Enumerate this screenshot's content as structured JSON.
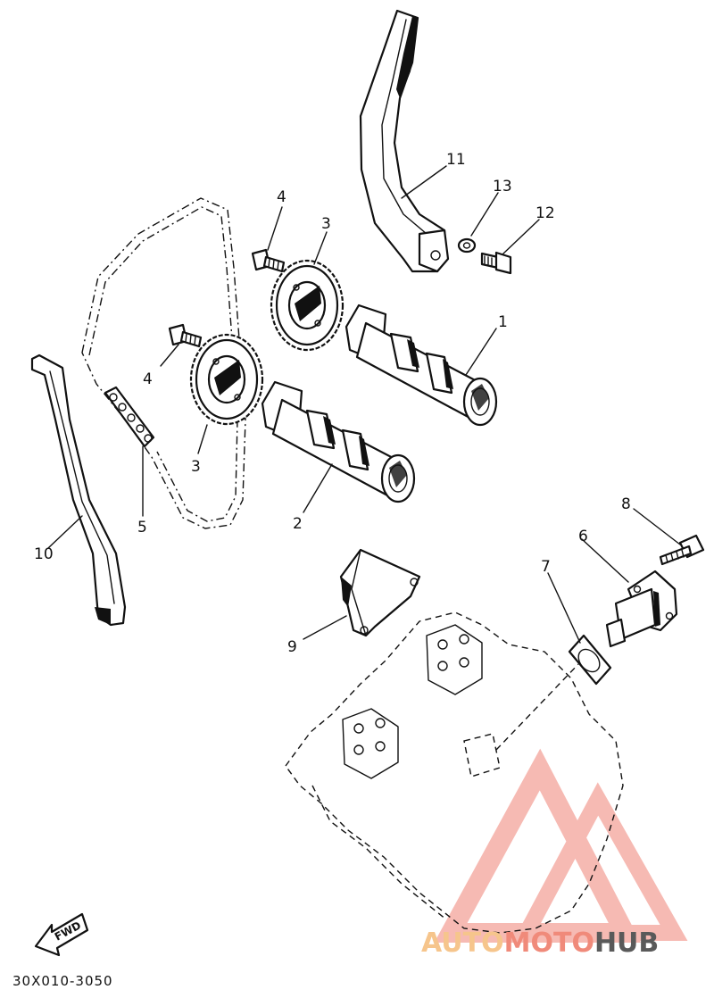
{
  "callouts": {
    "c1": "1",
    "c2": "2",
    "c3a": "3",
    "c3b": "3",
    "c4a": "4",
    "c4b": "4",
    "c5": "5",
    "c6": "6",
    "c7": "7",
    "c8": "8",
    "c9": "9",
    "c10": "10",
    "c11": "11",
    "c12": "12",
    "c13": "13"
  },
  "fwd_label": "FWD",
  "diagram_code": "30X010-3050",
  "watermark": {
    "part1": "AUTO",
    "part2": "MOTO",
    "part3": "HUB",
    "color_light": "#f6c58c",
    "color_mid": "#f08a7a",
    "color_dark": "#5a5a5a",
    "logo_color": "#f4a39a"
  }
}
